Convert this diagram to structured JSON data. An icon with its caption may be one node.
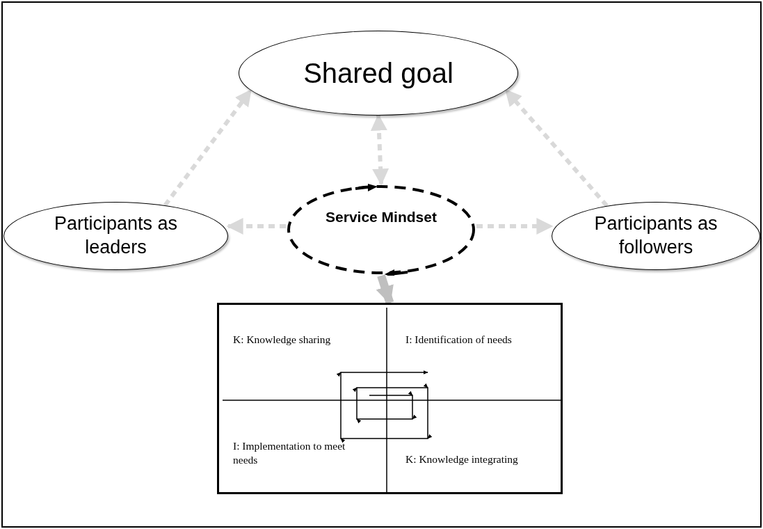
{
  "diagram": {
    "nodes": [
      {
        "text": [
          "Shared goal"
        ]
      },
      {
        "text": [
          "Participants as leaders"
        ]
      },
      {
        "text": [
          "Service Mindset"
        ]
      },
      {
        "text": [
          "Participants as  followers"
        ]
      },
      {
        "text": [
          "K: Knowledge sharing",
          "I: Identification of needs",
          "I: Implementation to meet needs",
          "K: Knowledge integrating"
        ]
      }
    ],
    "edges": [
      {
        "from": 1,
        "to": 0,
        "arrow": "to",
        "style": "dashed"
      },
      {
        "from": 3,
        "to": 0,
        "arrow": "to",
        "style": "dashed"
      },
      {
        "from": 2,
        "to": 0,
        "arrow": "both",
        "style": "dashed"
      },
      {
        "from": 2,
        "to": 1,
        "arrow": "to",
        "style": "dashed"
      },
      {
        "from": 2,
        "to": 3,
        "arrow": "to",
        "style": "dashed"
      },
      {
        "from": 2,
        "to": 4,
        "arrow": "to",
        "style": "thick",
        "color": "#bfbfbf"
      }
    ]
  }
}
